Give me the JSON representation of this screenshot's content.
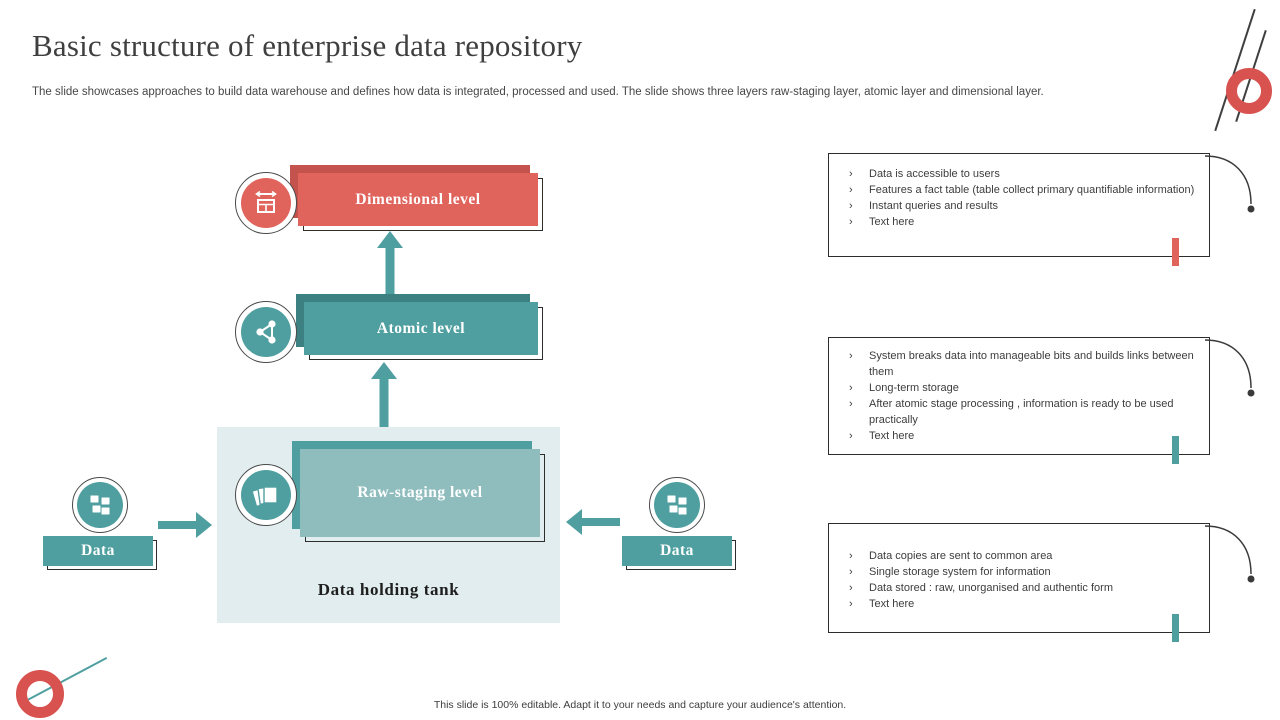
{
  "bullet_char": "›",
  "slide": {
    "title": "Basic structure of enterprise data repository",
    "subtitle": "The slide showcases approaches to build data warehouse and defines how data is integrated, processed and used. The slide shows three layers raw-staging layer, atomic layer and dimensional layer.",
    "footer": "This slide is 100% editable. Adapt it to your needs and capture your audience's attention."
  },
  "diagram": {
    "dimensional": {
      "label": "Dimensional level",
      "color": "#e0635c"
    },
    "atomic": {
      "label": "Atomic level",
      "color": "#4f9fa0"
    },
    "raw": {
      "label": "Raw-staging level",
      "color": "#8fbdbe"
    },
    "tank": {
      "label": "Data holding tank",
      "color": "#e1edee"
    },
    "left_data": {
      "label": "Data"
    },
    "right_data": {
      "label": "Data"
    },
    "icons": {
      "dimensional": "measure-box-icon",
      "atomic": "network-nodes-icon",
      "raw": "stacked-files-icon",
      "data": "data-cubes-icon"
    }
  },
  "notes": [
    {
      "accent": "#e0635c",
      "items": [
        "Data is accessible to users",
        "Features a fact table (table collect primary quantifiable information)",
        "Instant queries and results",
        "Text here"
      ]
    },
    {
      "accent": "#4f9fa0",
      "items": [
        "System breaks data into manageable bits and builds links between them",
        "Long-term storage",
        "After atomic stage processing , information is ready to be used practically",
        "Text here"
      ]
    },
    {
      "accent": "#4f9fa0",
      "items": [
        "Data copies are sent to common area",
        "Single storage system for information",
        "Data stored : raw, unorganised and authentic form",
        "Text here"
      ]
    }
  ],
  "colors": {
    "red": "#e0635c",
    "red_dark": "#c4524d",
    "teal": "#4f9fa0",
    "teal_dark": "#3c8082",
    "light_teal": "#8fbdbe",
    "tank_bg": "#e1edee"
  }
}
